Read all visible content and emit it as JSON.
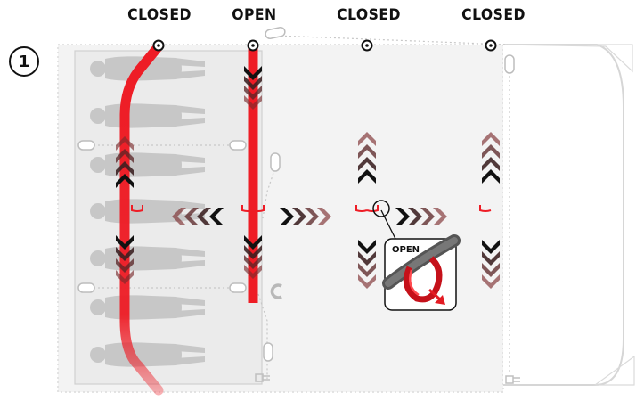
{
  "step_number": "1",
  "valves": [
    {
      "label": "CLOSED",
      "state": "closed"
    },
    {
      "label": "OPEN",
      "state": "open"
    },
    {
      "label": "CLOSED",
      "state": "closed"
    },
    {
      "label": "CLOSED",
      "state": "closed"
    }
  ],
  "inset": {
    "label": "OPEN",
    "icon": "valve-clip-open-icon"
  },
  "colors": {
    "tube": "#ee1c25",
    "arrow_dark": "#222222",
    "silhouette": "#c4c4c4",
    "tent_floor": "#ececec",
    "outline": "#d4d4d4"
  },
  "icons": [
    "pegging-point-icon",
    "power-plug-icon",
    "magnet-icon",
    "valve-icon"
  ]
}
